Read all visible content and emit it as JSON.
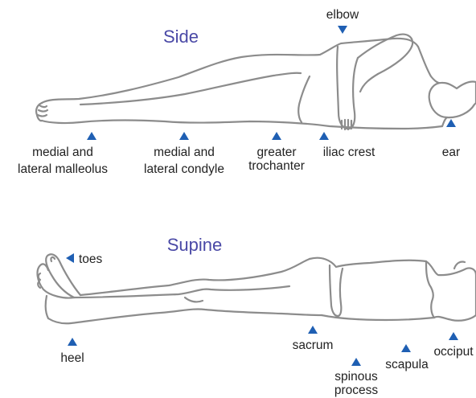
{
  "side": {
    "title": "Side",
    "labels": {
      "elbow": "elbow",
      "malleolus_1": "medial and",
      "malleolus_2": "lateral malleolus",
      "condyle_1": "medial and",
      "condyle_2": "lateral condyle",
      "trochanter_1": "greater",
      "trochanter_2": "trochanter",
      "iliac_crest": "iliac crest",
      "ear": "ear"
    }
  },
  "supine": {
    "title": "Supine",
    "labels": {
      "toes": "toes",
      "heel": "heel",
      "sacrum": "sacrum",
      "spinous_1": "spinous",
      "spinous_2": "process",
      "scapula": "scapula",
      "occiput": "occiput"
    }
  },
  "colors": {
    "marker": "#1f5fb3",
    "title": "#4a49a6",
    "outline": "#8c8c8c",
    "label": "#222222"
  }
}
